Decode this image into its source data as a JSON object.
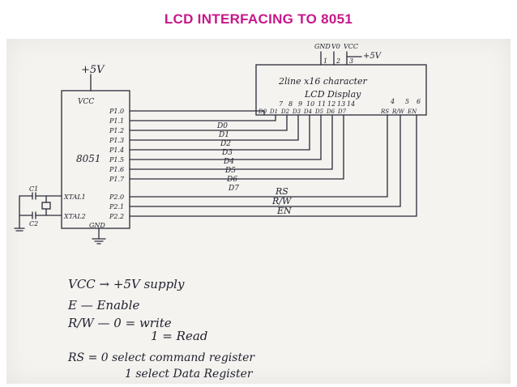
{
  "title": "LCD INTERFACING TO 8051",
  "mcu": {
    "supply": "+5V",
    "vcc": "VCC",
    "name": "8051",
    "pins_left": [
      "XTAL1",
      "XTAL2"
    ],
    "pins_right": [
      "P1.0",
      "P1.1",
      "P1.2",
      "P1.3",
      "P1.4",
      "P1.5",
      "P1.6",
      "P1.7",
      "P2.0",
      "P2.1",
      "P2.2"
    ],
    "gnd": "GND"
  },
  "crystal": {
    "c1": "C1",
    "c2": "C2"
  },
  "lcd": {
    "title_line1": "2line x16 character",
    "title_line2": "LCD Display",
    "top_labels": [
      "GND",
      "V0",
      "VCC"
    ],
    "top_nums": [
      "1",
      "2",
      "3"
    ],
    "top_supply": "+5V",
    "pin_nums": [
      "7",
      "8",
      "9",
      "10",
      "11",
      "12",
      "13",
      "14"
    ],
    "data_pins": [
      "D0",
      "D1",
      "D2",
      "D3",
      "D4",
      "D5",
      "D6",
      "D7"
    ],
    "ctrl_nums": [
      "4",
      "5",
      "6"
    ],
    "ctrl_pins": [
      "RS",
      "R/W",
      "EN"
    ]
  },
  "bus": {
    "data": [
      "D0",
      "D1",
      "D2",
      "D3",
      "D4",
      "D5",
      "D6",
      "D7"
    ],
    "control": [
      "RS",
      "R/W",
      "EN"
    ]
  },
  "notes": [
    "VCC → +5V supply",
    "E — Enable",
    "R/W —    0 = write",
    "1 = Read",
    "RS =    0 select command register",
    "1 select Data Register"
  ]
}
